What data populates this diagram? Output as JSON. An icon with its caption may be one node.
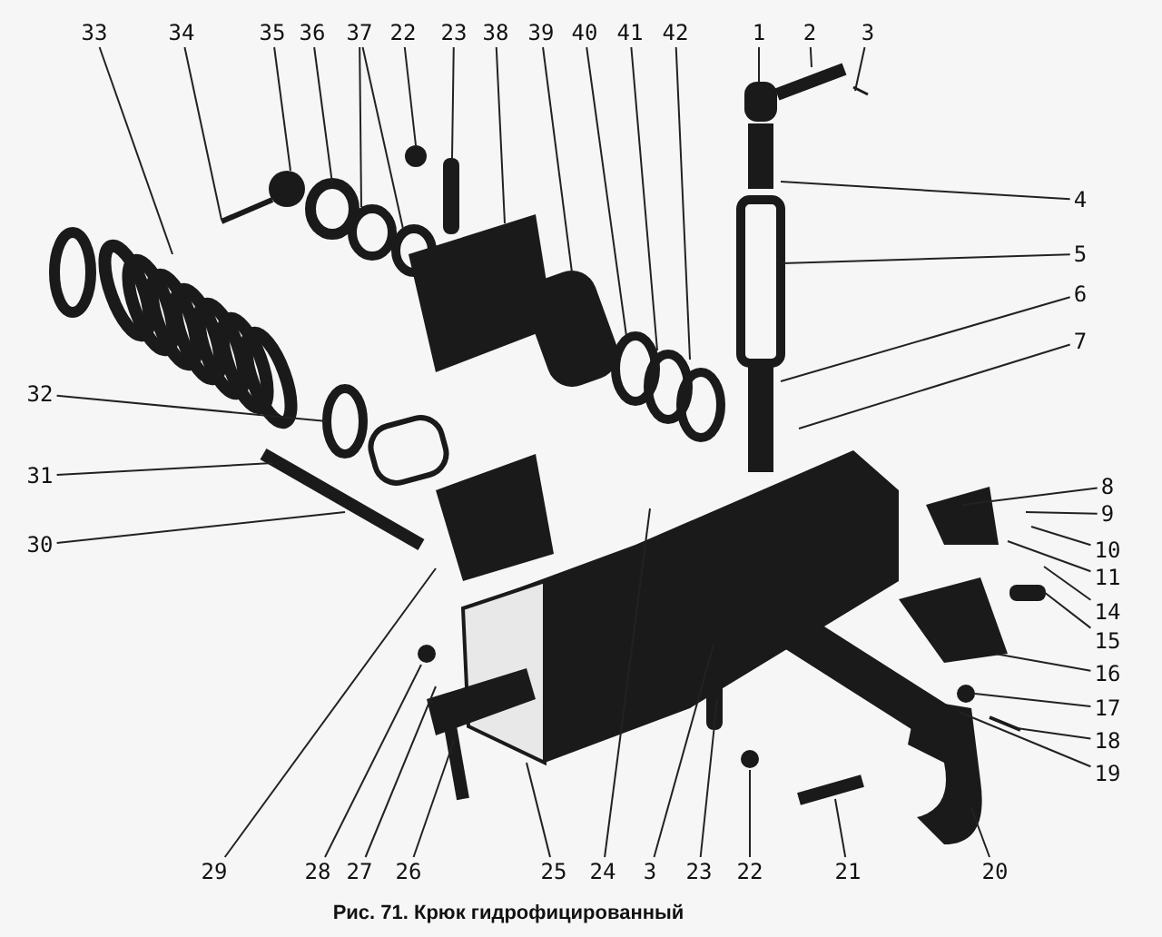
{
  "diagram": {
    "caption": "Рис. 71. Крюк гидрофицированный",
    "nodes": [
      {
        "text": [
          "33"
        ]
      },
      {
        "text": [
          "34"
        ]
      },
      {
        "text": [
          "35"
        ]
      },
      {
        "text": [
          "36"
        ]
      },
      {
        "text": [
          "37"
        ]
      },
      {
        "text": [
          "22"
        ]
      },
      {
        "text": [
          "23"
        ]
      },
      {
        "text": [
          "38"
        ]
      },
      {
        "text": [
          "39"
        ]
      },
      {
        "text": [
          "40"
        ]
      },
      {
        "text": [
          "41"
        ]
      },
      {
        "text": [
          "42"
        ]
      },
      {
        "text": [
          "1"
        ]
      },
      {
        "text": [
          "2"
        ]
      },
      {
        "text": [
          "3"
        ]
      },
      {
        "text": [
          "4"
        ]
      },
      {
        "text": [
          "5"
        ]
      },
      {
        "text": [
          "6"
        ]
      },
      {
        "text": [
          "7"
        ]
      },
      {
        "text": [
          "8"
        ]
      },
      {
        "text": [
          "9"
        ]
      },
      {
        "text": [
          "10"
        ]
      },
      {
        "text": [
          "11"
        ]
      },
      {
        "text": [
          "14"
        ]
      },
      {
        "text": [
          "15"
        ]
      },
      {
        "text": [
          "16"
        ]
      },
      {
        "text": [
          "17"
        ]
      },
      {
        "text": [
          "18"
        ]
      },
      {
        "text": [
          "19"
        ]
      },
      {
        "text": [
          "32"
        ]
      },
      {
        "text": [
          "31"
        ]
      },
      {
        "text": [
          "30"
        ]
      },
      {
        "text": [
          "29"
        ]
      },
      {
        "text": [
          "28"
        ]
      },
      {
        "text": [
          "27"
        ]
      },
      {
        "text": [
          "26"
        ]
      },
      {
        "text": [
          "25"
        ]
      },
      {
        "text": [
          "24"
        ]
      },
      {
        "text": [
          "3"
        ]
      },
      {
        "text": [
          "23"
        ]
      },
      {
        "text": [
          "22"
        ]
      },
      {
        "text": [
          "21"
        ]
      },
      {
        "text": [
          "20"
        ]
      }
    ],
    "edges": [
      {
        "from": 0,
        "to": null,
        "arrow": "none"
      },
      {
        "from": 1,
        "to": null,
        "arrow": "none"
      },
      {
        "from": 2,
        "to": null,
        "arrow": "none"
      },
      {
        "from": 3,
        "to": null,
        "arrow": "none"
      },
      {
        "from": 4,
        "to": null,
        "arrow": "none"
      },
      {
        "from": 4,
        "to": null,
        "arrow": "none"
      },
      {
        "from": 5,
        "to": null,
        "arrow": "none"
      },
      {
        "from": 6,
        "to": null,
        "arrow": "none"
      },
      {
        "from": 7,
        "to": null,
        "arrow": "none"
      },
      {
        "from": 8,
        "to": null,
        "arrow": "none"
      },
      {
        "from": 9,
        "to": null,
        "arrow": "none"
      },
      {
        "from": 10,
        "to": null,
        "arrow": "none"
      },
      {
        "from": 11,
        "to": null,
        "arrow": "none"
      },
      {
        "from": 12,
        "to": null,
        "arrow": "none"
      },
      {
        "from": 13,
        "to": null,
        "arrow": "none"
      },
      {
        "from": 14,
        "to": null,
        "arrow": "none"
      },
      {
        "from": 15,
        "to": null,
        "arrow": "none"
      },
      {
        "from": 16,
        "to": null,
        "arrow": "none"
      },
      {
        "from": 17,
        "to": null,
        "arrow": "none"
      },
      {
        "from": 18,
        "to": null,
        "arrow": "none"
      },
      {
        "from": 19,
        "to": null,
        "arrow": "none"
      },
      {
        "from": 20,
        "to": null,
        "arrow": "none"
      },
      {
        "from": 21,
        "to": null,
        "arrow": "none"
      },
      {
        "from": 22,
        "to": null,
        "arrow": "none"
      },
      {
        "from": 23,
        "to": null,
        "arrow": "none"
      },
      {
        "from": 24,
        "to": null,
        "arrow": "none"
      },
      {
        "from": 25,
        "to": null,
        "arrow": "none"
      },
      {
        "from": 26,
        "to": null,
        "arrow": "none"
      },
      {
        "from": 27,
        "to": null,
        "arrow": "none"
      },
      {
        "from": 28,
        "to": null,
        "arrow": "none"
      },
      {
        "from": 29,
        "to": null,
        "arrow": "none"
      },
      {
        "from": 30,
        "to": null,
        "arrow": "none"
      },
      {
        "from": 31,
        "to": null,
        "arrow": "none"
      },
      {
        "from": 32,
        "to": null,
        "arrow": "none"
      },
      {
        "from": 33,
        "to": null,
        "arrow": "none"
      },
      {
        "from": 34,
        "to": null,
        "arrow": "none"
      },
      {
        "from": 35,
        "to": null,
        "arrow": "none"
      },
      {
        "from": 36,
        "to": null,
        "arrow": "none"
      },
      {
        "from": 37,
        "to": null,
        "arrow": "none"
      },
      {
        "from": 38,
        "to": null,
        "arrow": "none"
      },
      {
        "from": 39,
        "to": null,
        "arrow": "none"
      },
      {
        "from": 40,
        "to": null,
        "arrow": "none"
      },
      {
        "from": 41,
        "to": null,
        "arrow": "none"
      },
      {
        "from": 42,
        "to": null,
        "arrow": "none"
      }
    ]
  }
}
